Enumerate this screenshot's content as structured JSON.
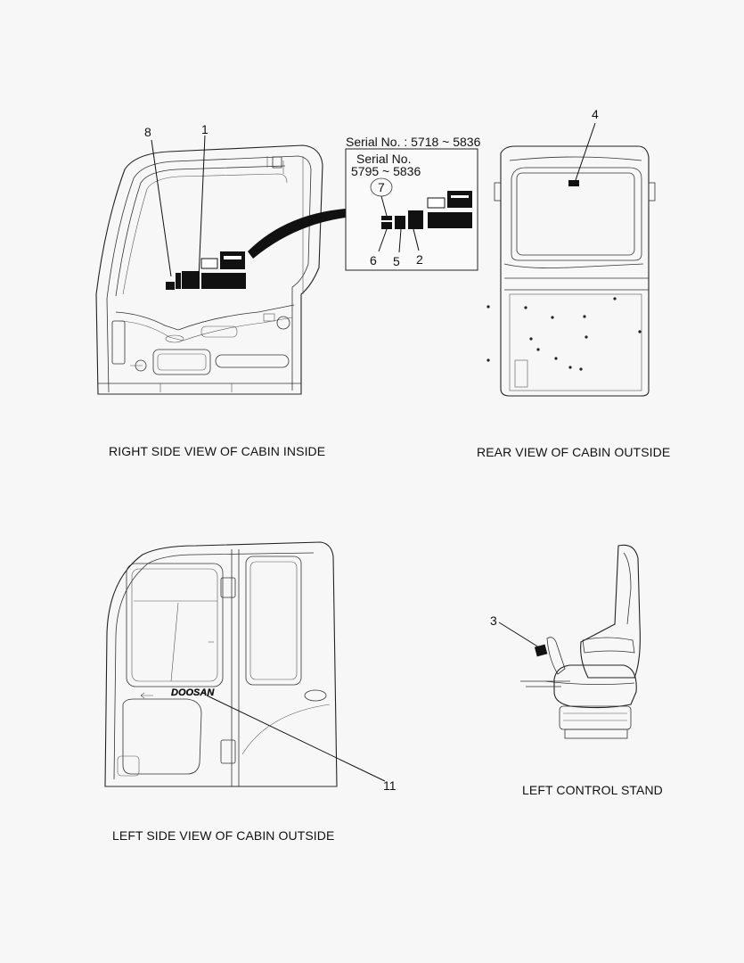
{
  "captions": {
    "right_side": "RIGHT SIDE VIEW OF CABIN INSIDE",
    "rear": "REAR VIEW OF CABIN OUTSIDE",
    "left_side": "LEFT SIDE VIEW OF CABIN OUTSIDE",
    "control_stand": "LEFT CONTROL STAND"
  },
  "inset": {
    "serial_range": "Serial No. : 5718 ~ 5836",
    "serial_label": "Serial No.",
    "serial_sub_range": "5795 ~ 5836"
  },
  "callouts": {
    "c1": "1",
    "c2": "2",
    "c3": "3",
    "c4": "4",
    "c5": "5",
    "c6": "6",
    "c7": "7",
    "c8": "8",
    "c11": "11"
  },
  "brand_logo_text": "DOOSAN"
}
